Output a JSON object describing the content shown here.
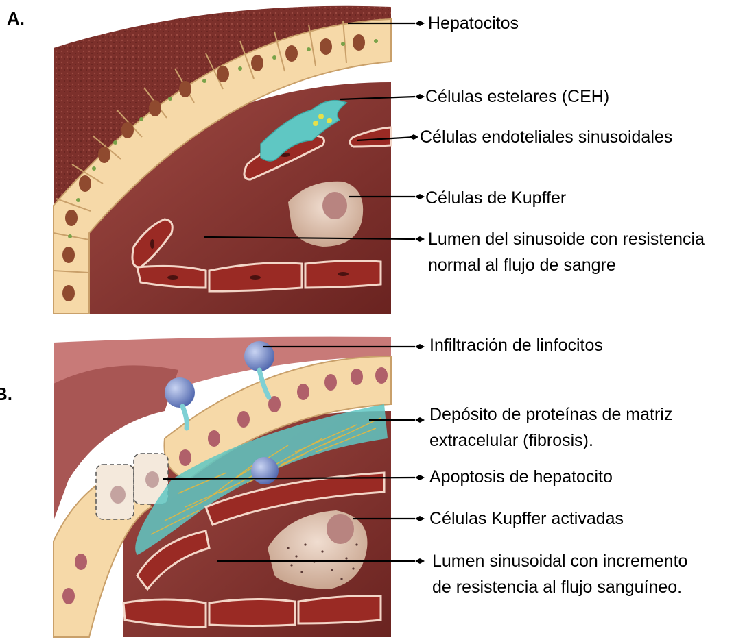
{
  "panels": [
    {
      "letter": "A.",
      "labels": [
        "Hepatocitos",
        "Células estelares (CEH)",
        "Células endoteliales sinusoidales",
        "Células de Kupffer",
        "Lumen del sinusoide con resistencia",
        "normal al flujo de sangre"
      ]
    },
    {
      "letter": "B.",
      "labels": [
        "Infiltración de linfocitos",
        "Depósito de proteínas de matriz",
        "extracelular (fibrosis).",
        "Apoptosis de hepatocito",
        "Células Kupffer activadas",
        "Lumen sinusoidal con incremento",
        "de resistencia al flujo sanguíneo."
      ]
    }
  ],
  "colors": {
    "liver_surface": "#7a2f2b",
    "hepatocyte": "#f6d9a8",
    "nucleus": "#8f4a2f",
    "endothelial": "#9a2a24",
    "lumen": "#5a1a18",
    "stellate": "#5fc7c3",
    "kupffer": "#d8b7a6",
    "lymphocyte": "#5f78c0",
    "fibrosis": "#d8b64a",
    "leader_line": "#000000"
  }
}
